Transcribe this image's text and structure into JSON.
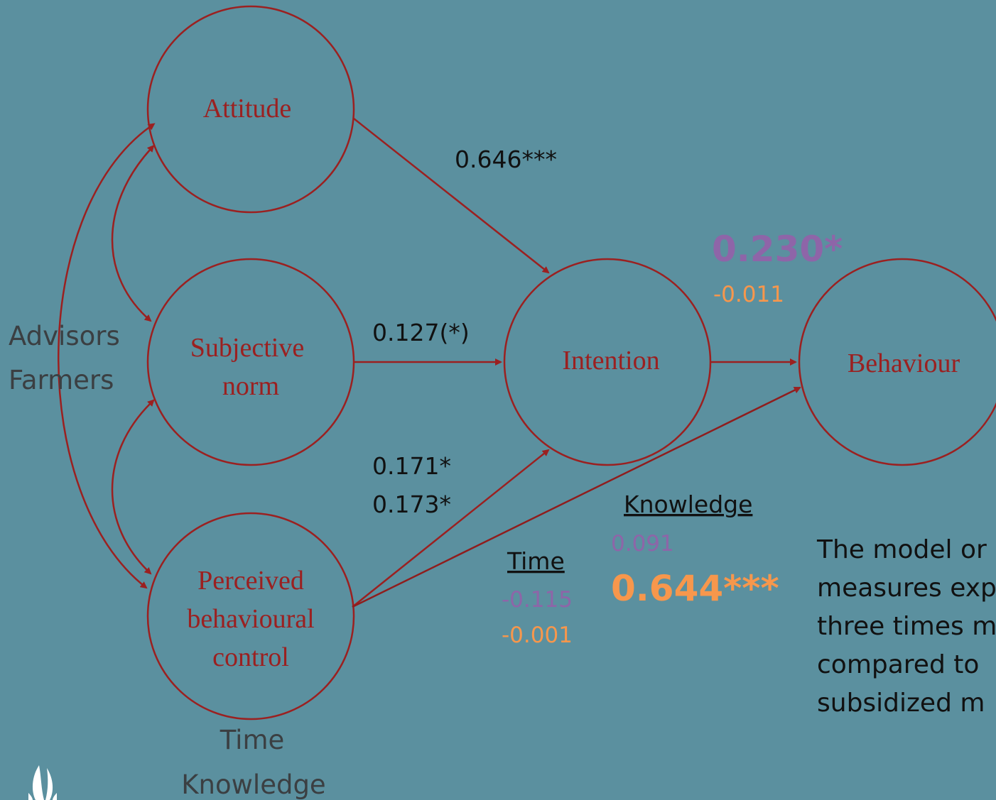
{
  "nodes": {
    "attitude": "Attitude",
    "subjective_norm": [
      "Subjective",
      "norm"
    ],
    "intention": "Intention",
    "behaviour": "Behaviour",
    "pbc": [
      "Perceived",
      "behavioural",
      "control"
    ]
  },
  "paths": {
    "attitude_to_intention": "0.646***",
    "subjective_norm_to_intention": "0.127(*)",
    "pbc_to_intention": [
      "0.171*",
      "0.173*"
    ],
    "intention_to_behaviour": {
      "purple": "0.230*",
      "orange": "-0.011"
    }
  },
  "groups": {
    "advisors": "Advisors",
    "farmers": "Farmers"
  },
  "moderators_left": {
    "time": "Time",
    "knowledge": "Knowledge"
  },
  "time_effect": {
    "label": "Time",
    "purple": "-0.115",
    "orange": "-0.001"
  },
  "knowledge_effect": {
    "label": "Knowledge",
    "purple": "0.091",
    "orange": "0.644***"
  },
  "note_lines": [
    "The model or",
    "measures exp",
    "three times m",
    "compared to",
    "subsidized m"
  ],
  "colors": {
    "background": "#5b909f",
    "node_stroke": "#9b2020",
    "arrow": "#9b2020",
    "purple": "#8e65a8",
    "orange": "#f7974c"
  }
}
